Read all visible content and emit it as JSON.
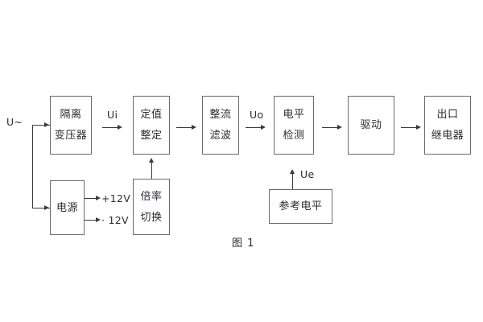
{
  "figure": {
    "caption": "图 1",
    "background_color": "#ffffff",
    "box_border_color": "#6b6b6b",
    "line_color": "#3a3a3a",
    "text_color": "#2b2b33"
  },
  "blocks": [
    {
      "id": "isolation-transformer",
      "lines": [
        "隔离",
        "变压器"
      ]
    },
    {
      "id": "setting-value",
      "lines": [
        "定值",
        "整定"
      ]
    },
    {
      "id": "rectifier-filter",
      "lines": [
        "整流",
        "滤波"
      ]
    },
    {
      "id": "level-detection",
      "lines": [
        "电平",
        "检测"
      ]
    },
    {
      "id": "drive",
      "lines": [
        "驱动"
      ]
    },
    {
      "id": "output-relay",
      "lines": [
        "出口",
        "继电器"
      ]
    },
    {
      "id": "power-supply",
      "lines": [
        "电源"
      ]
    },
    {
      "id": "multiplier-switch",
      "lines": [
        "倍率",
        "切换"
      ]
    },
    {
      "id": "reference-level",
      "lines": [
        "参考电平"
      ]
    }
  ],
  "signals": {
    "input_supply": "U~",
    "ui": "Ui",
    "uo": "Uo",
    "ue": "Ue",
    "rail_positive": "+12V",
    "rail_negative": "· 12V"
  }
}
